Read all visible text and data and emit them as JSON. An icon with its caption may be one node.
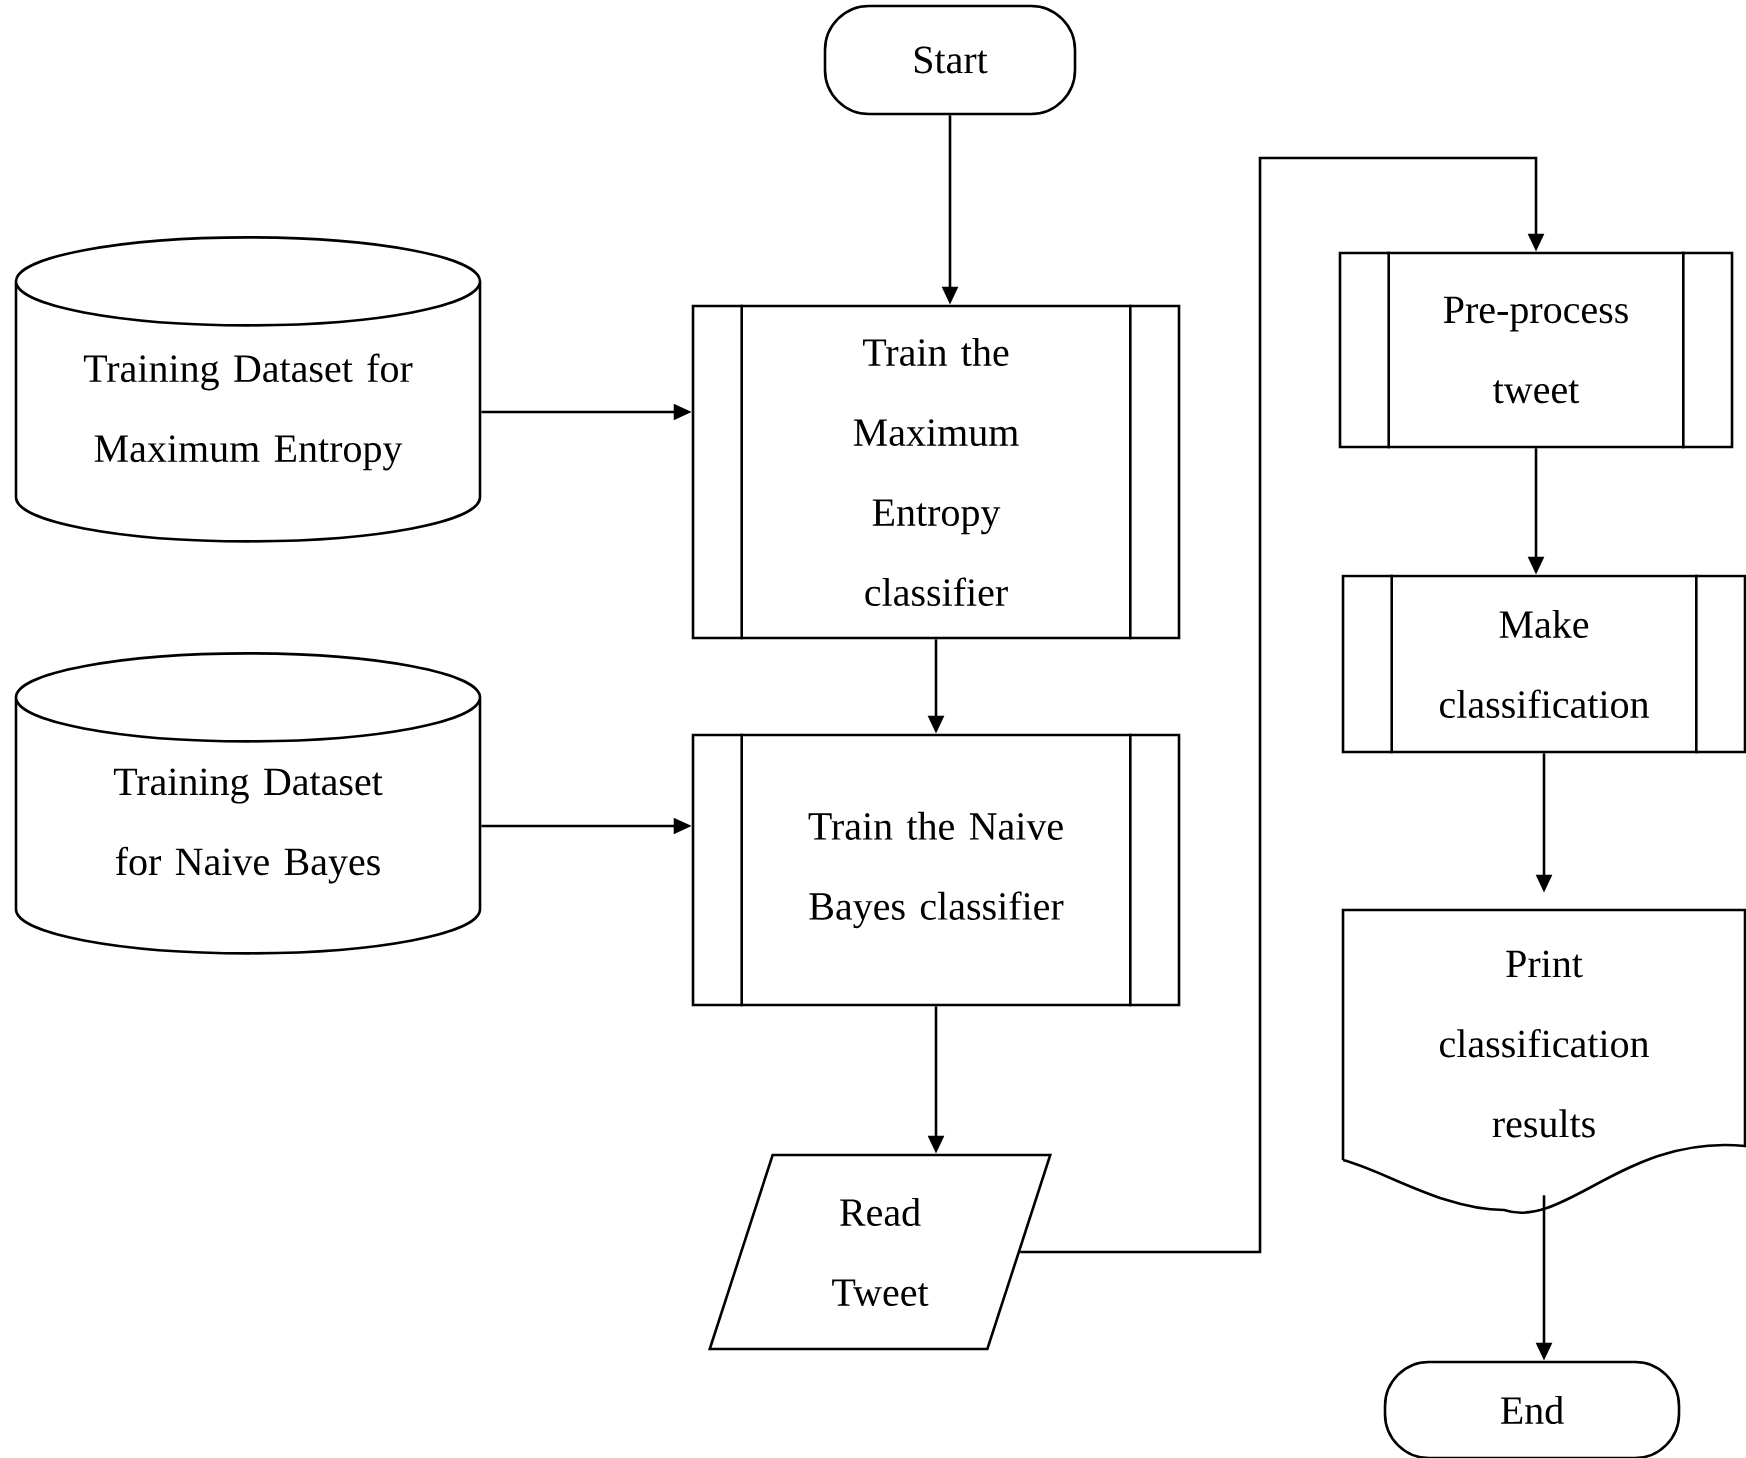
{
  "diagram": {
    "nodes": [
      {
        "text": [
          "Start"
        ]
      },
      {
        "text": [
          "Training Dataset for Maximum Entropy"
        ]
      },
      {
        "text": [
          "Train the Maximum Entropy classifier"
        ]
      },
      {
        "text": [
          "Training Dataset for Naive Bayes"
        ]
      },
      {
        "text": [
          "Train the Naive Bayes classifier"
        ]
      },
      {
        "text": [
          "Read Tweet"
        ]
      },
      {
        "text": [
          "Pre-process tweet"
        ]
      },
      {
        "text": [
          "Make classification"
        ]
      },
      {
        "text": [
          "Print classification results"
        ]
      },
      {
        "text": [
          "End"
        ]
      }
    ],
    "edges": [
      {
        "from": 0,
        "to": 2,
        "arrow": "to"
      },
      {
        "from": 1,
        "to": 2,
        "arrow": "to"
      },
      {
        "from": 2,
        "to": 4,
        "arrow": "to"
      },
      {
        "from": 3,
        "to": 4,
        "arrow": "to"
      },
      {
        "from": 4,
        "to": 5,
        "arrow": "to"
      },
      {
        "from": 5,
        "to": 6,
        "arrow": "to"
      },
      {
        "from": 6,
        "to": 7,
        "arrow": "to"
      },
      {
        "from": 7,
        "to": 8,
        "arrow": "to"
      },
      {
        "from": 8,
        "to": 9,
        "arrow": "to"
      }
    ]
  }
}
